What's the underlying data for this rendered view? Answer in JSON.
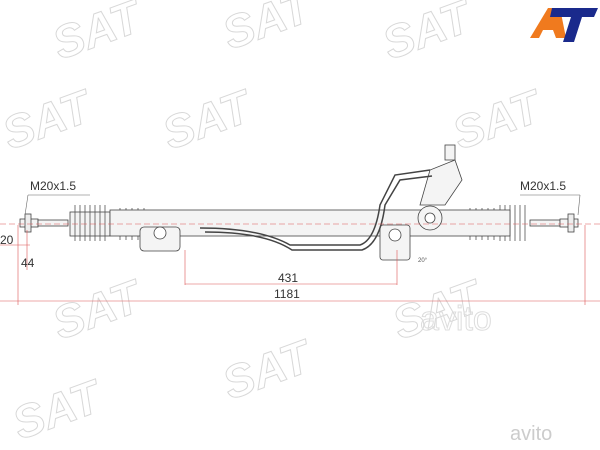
{
  "logo": {
    "text": "AT",
    "colors": {
      "a": "#f07a1e",
      "t": "#1a2a8c"
    }
  },
  "watermark": {
    "text": "SAT",
    "mark": "®",
    "avito": "avito",
    "color": "#d8d8d8"
  },
  "dimensions": {
    "thread_left": "M20x1.5",
    "thread_right": "M20x1.5",
    "dim_20": "20",
    "dim_44": "44",
    "dim_431": "431",
    "dim_1181": "1181",
    "angle": "20°"
  }
}
